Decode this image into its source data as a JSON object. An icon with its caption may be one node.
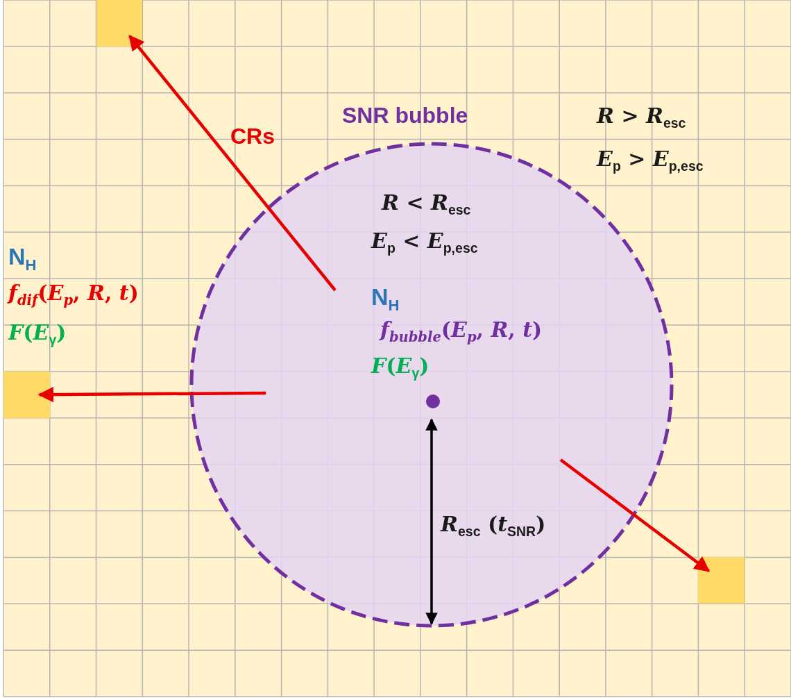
{
  "diagram": {
    "nodes": [
      {
        "text": [],
        "shape": "box"
      },
      {
        "text": [
          "SNR bubble",
          "*R* < *R*$_{esc}$",
          "*E*$_{p}$ < *E*$_{p,esc}$",
          "N$_{H}$",
          "*f*$_{bubble}$(*E*$_{p}$, *R*, *t*)",
          "*F*(*E*$_{γ}$)"
        ]
      },
      {
        "text": [],
        "shape": "box"
      },
      {
        "text": [],
        "shape": "box"
      }
    ],
    "edges": [
      {
        "from": 1,
        "to": 0,
        "arrow": "to",
        "label": "CRs"
      },
      {
        "from": 1,
        "to": 2,
        "arrow": "to"
      },
      {
        "from": 1,
        "to": 3,
        "arrow": "to"
      }
    ],
    "labels": [
      "*R* > *R*$_{esc}$",
      "*E*$_{p}$ > *E*$_{p,esc}$",
      "N$_{H}$",
      "*f*$_{dif}$(*E*$_{p}$, *R*, *t*)",
      "*F*(*E*$_{γ}$)",
      "*R*$_{esc}$ (*t*$_{SNR}$)"
    ]
  }
}
